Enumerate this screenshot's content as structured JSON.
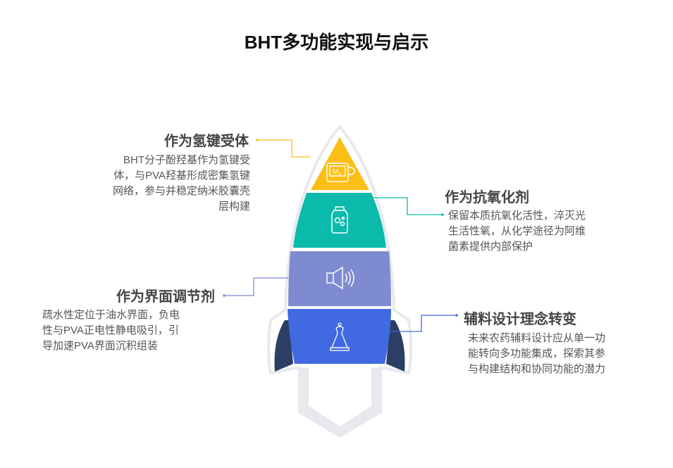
{
  "title": "BHT多功能实现与启示",
  "colors": {
    "yellow": "#fbbf14",
    "teal": "#0bbaaa",
    "purple": "#7f8bd0",
    "blue": "#4169e1",
    "fin": "#2c3e63",
    "outline": "#e8e9ee"
  },
  "sections": [
    {
      "heading": "作为氢键受体",
      "lines": [
        "BHT分子酚羟基作为氢键受",
        "体，与PVA羟基形成密集氢键",
        "网络，参与并稳定纳米胶囊壳",
        "层构建"
      ],
      "icon": "mug-mz-icon"
    },
    {
      "heading": "作为抗氧化剂",
      "lines": [
        "保留本质抗氧化活性，淬灭光",
        "生活性氧，从化学途径为阿维",
        "菌素提供内部保护"
      ],
      "icon": "jar-icon"
    },
    {
      "heading": "作为界面调节剂",
      "lines": [
        "疏水性定位于油水界面，负电",
        "性与PVA正电性静电吸引，引",
        "导加速PVA界面沉积组装"
      ],
      "icon": "speaker-icon"
    },
    {
      "heading": "辅料设计理念转变",
      "lines": [
        "未来农药辅料设计应从单一功",
        "能转向多功能集成，探索其参",
        "与构建结构和协同功能的潜力"
      ],
      "icon": "dress-form-icon"
    }
  ]
}
